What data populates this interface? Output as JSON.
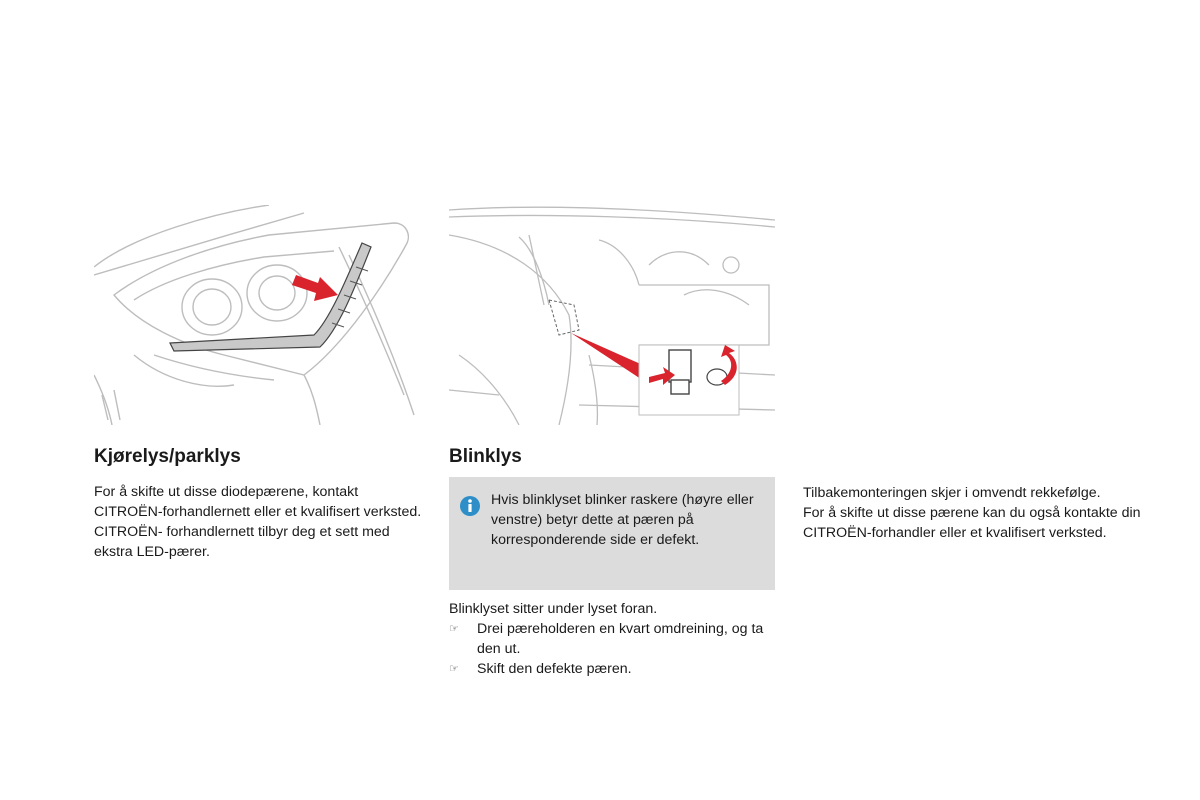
{
  "left_section": {
    "heading": "Kjørelys/parklys",
    "paragraph1": "For å skifte ut disse diodepærene, kontakt CITROËN-forhandlernett eller et kvalifisert verksted.",
    "paragraph2": "CITROËN- forhandlernett tilbyr deg et sett med ekstra LED-pærer."
  },
  "middle_section": {
    "heading": "Blinklys",
    "info_box": {
      "icon": "info-icon",
      "text": "Hvis blinklyset blinker raskere (høyre eller venstre) betyr dette at pæren på korresponderende side er defekt."
    },
    "intro": "Blinklyset sitter under lyset foran.",
    "steps": [
      "Drei pæreholderen en kvart omdreining, og ta den ut.",
      "Skift den defekte pæren."
    ],
    "bullet_icon": "pointing-hand-icon"
  },
  "right_section": {
    "paragraph1": "Tilbakemonteringen skjer i omvendt rekkefølge.",
    "paragraph2": "For å skifte ut disse pærene kan du også kontakte din CITROËN-forhandler eller et kvalifisert verksted."
  },
  "colors": {
    "accent_red": "#d9232d",
    "info_box_bg": "#dcdcdc",
    "info_icon": "#2e8fc8"
  }
}
